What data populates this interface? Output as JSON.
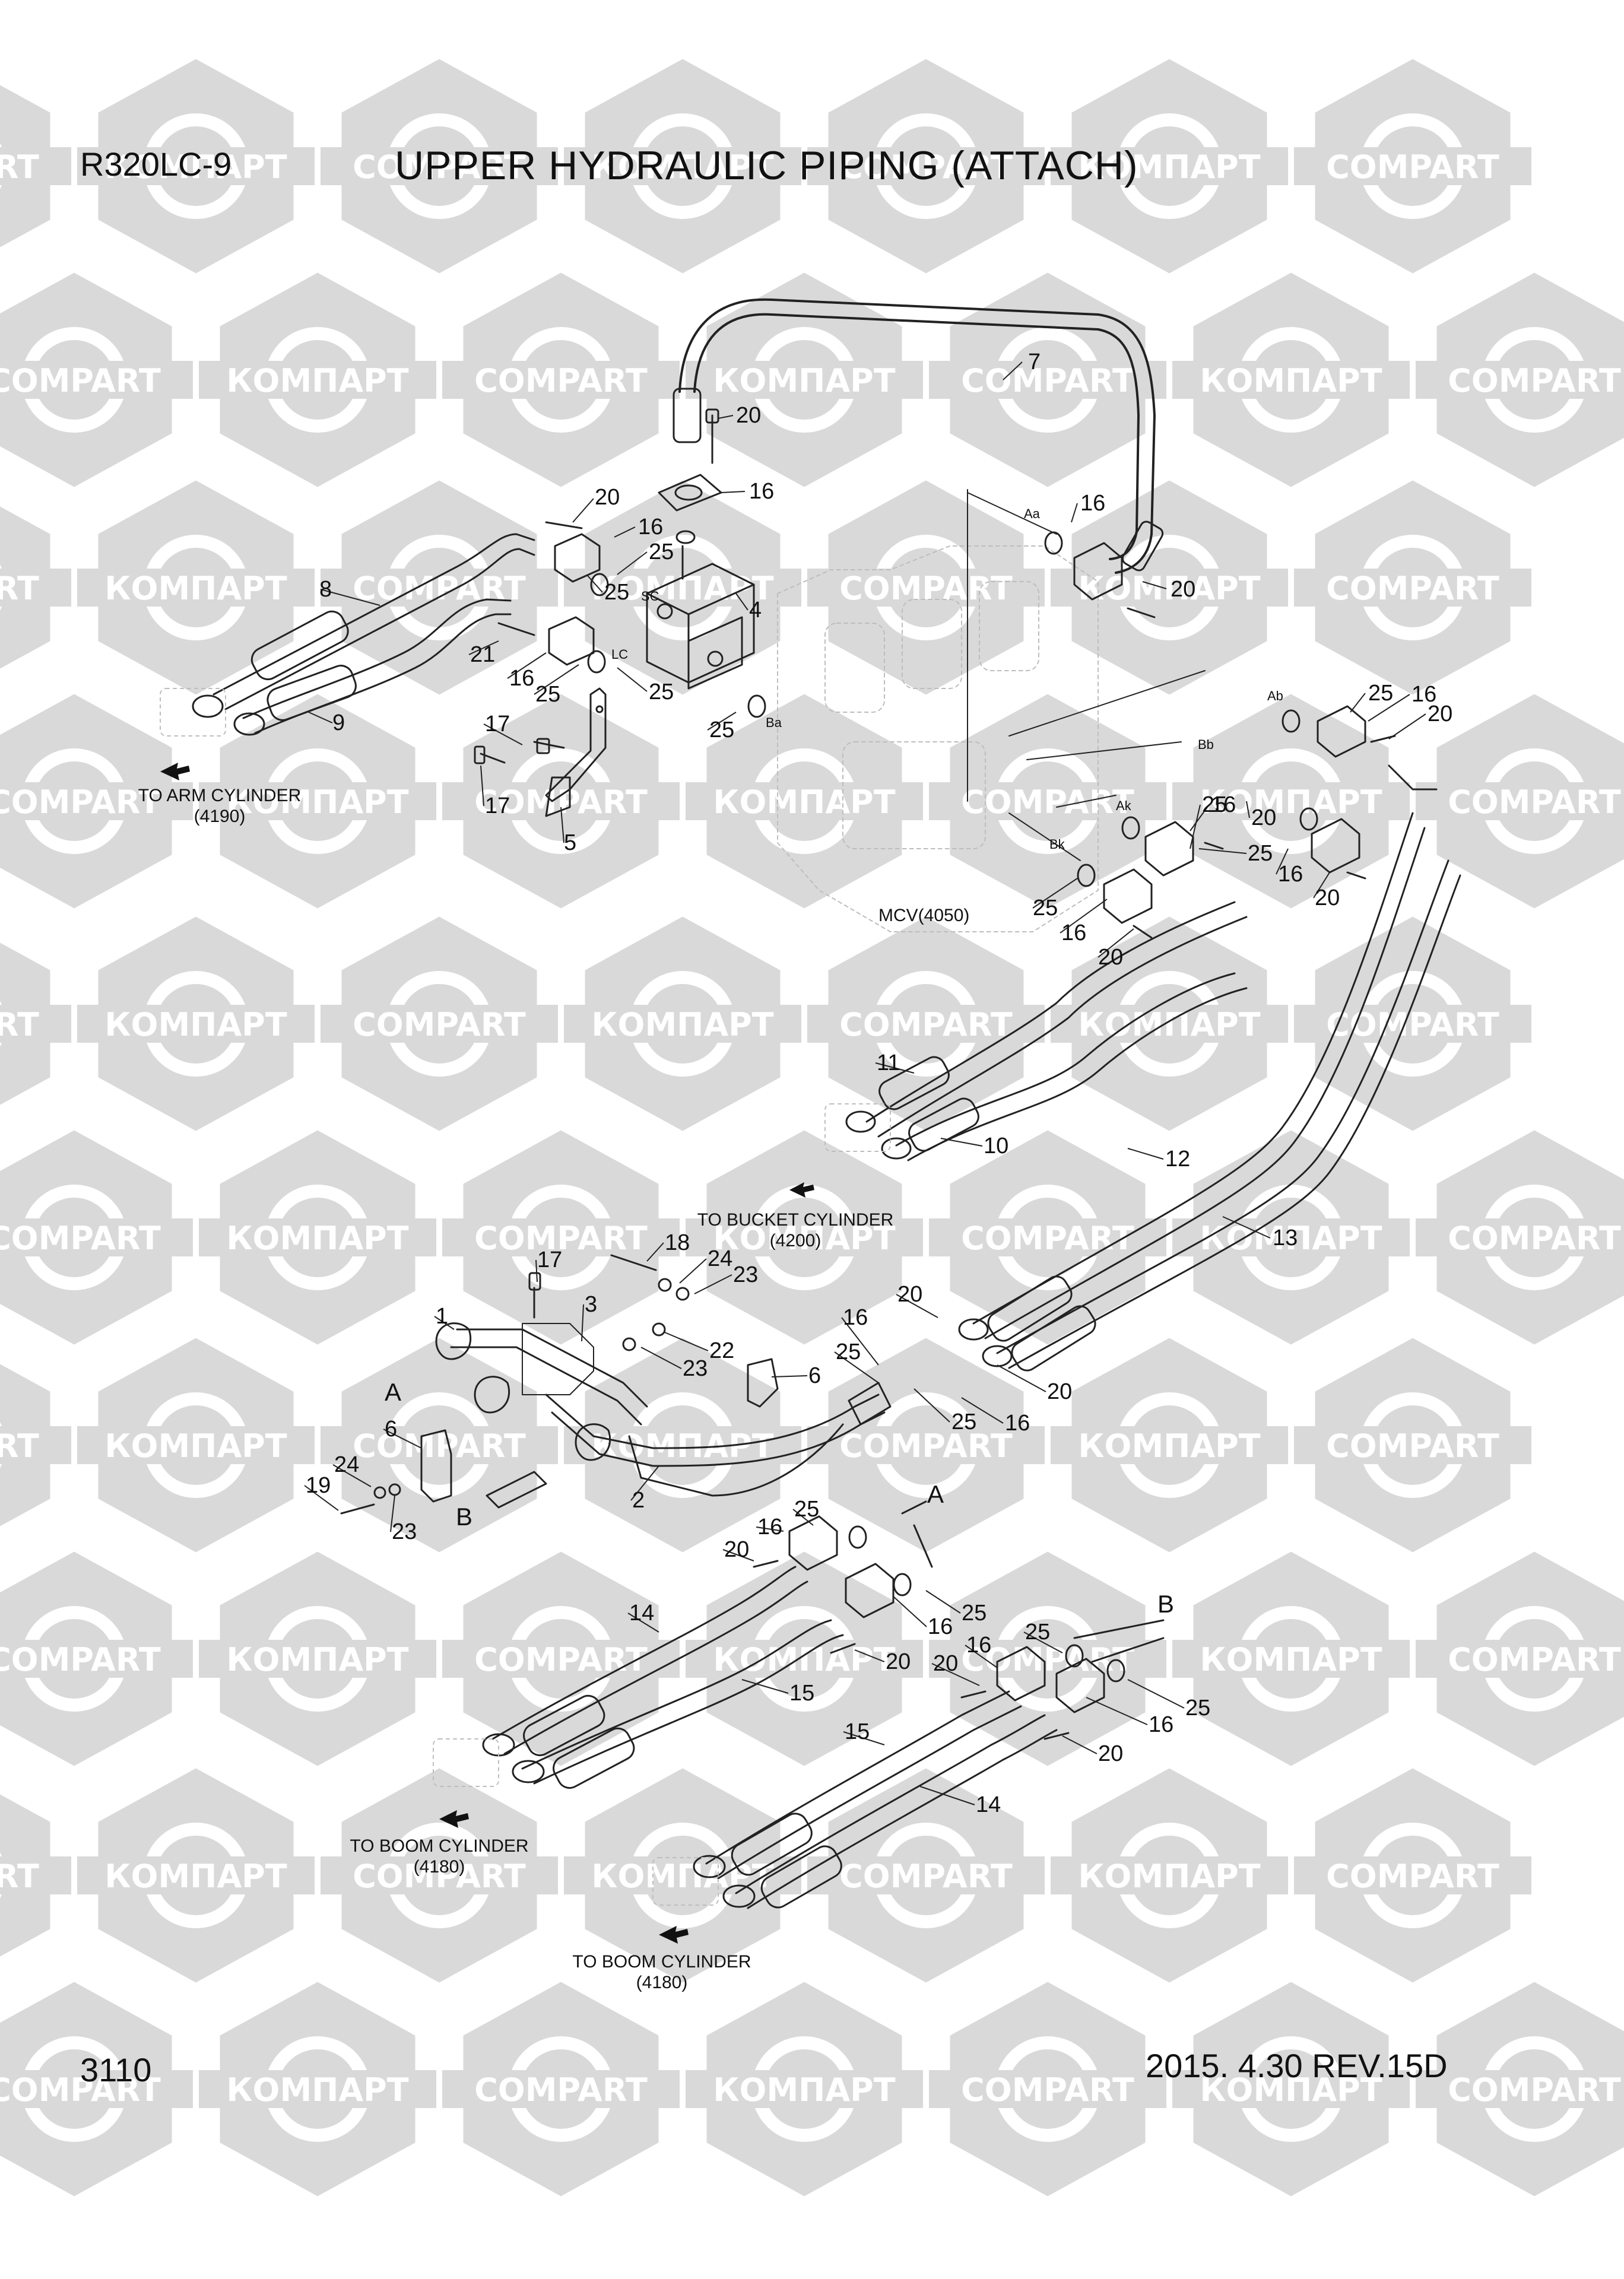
{
  "header": {
    "model": "R320LC-9",
    "title": "UPPER HYDRAULIC PIPING (ATTACH)"
  },
  "footer": {
    "sheet": "3110",
    "revision": "2015. 4.30  REV.15D"
  },
  "watermark": {
    "text_latin": "COMPART",
    "text_cyrillic": "КОМПАРТ",
    "color": "#d9d9d9"
  },
  "notes": {
    "arm": [
      "TO ARM CYLINDER",
      "(4190)"
    ],
    "bucket": [
      "TO BUCKET CYLINDER",
      "(4200)"
    ],
    "boom1": [
      "TO BOOM CYLINDER",
      "(4180)"
    ],
    "boom2": [
      "TO BOOM CYLINDER",
      "(4180)"
    ],
    "mcv": "MCV(4050)"
  },
  "port_labels": [
    "SC",
    "LC",
    "Aa",
    "Ba",
    "Ab",
    "Bb",
    "Ak",
    "Bk"
  ],
  "view_labels": [
    "A",
    "B",
    "A",
    "B"
  ],
  "callouts": [
    "20",
    "16",
    "7",
    "20",
    "16",
    "25",
    "25",
    "20",
    "16",
    "8",
    "25",
    "4",
    "21",
    "16",
    "25",
    "25",
    "9",
    "17",
    "17",
    "5",
    "25",
    "16",
    "20",
    "20",
    "16",
    "25",
    "25",
    "25",
    "16",
    "20",
    "20",
    "16",
    "11",
    "10",
    "12",
    "13",
    "18",
    "24",
    "23",
    "17",
    "3",
    "1",
    "22",
    "23",
    "20",
    "16",
    "25",
    "6",
    "25",
    "16",
    "20",
    "6",
    "19",
    "24",
    "23",
    "2",
    "25",
    "16",
    "20",
    "25",
    "16",
    "20",
    "14",
    "15",
    "16",
    "20",
    "25",
    "25",
    "16",
    "20",
    "15",
    "14"
  ]
}
